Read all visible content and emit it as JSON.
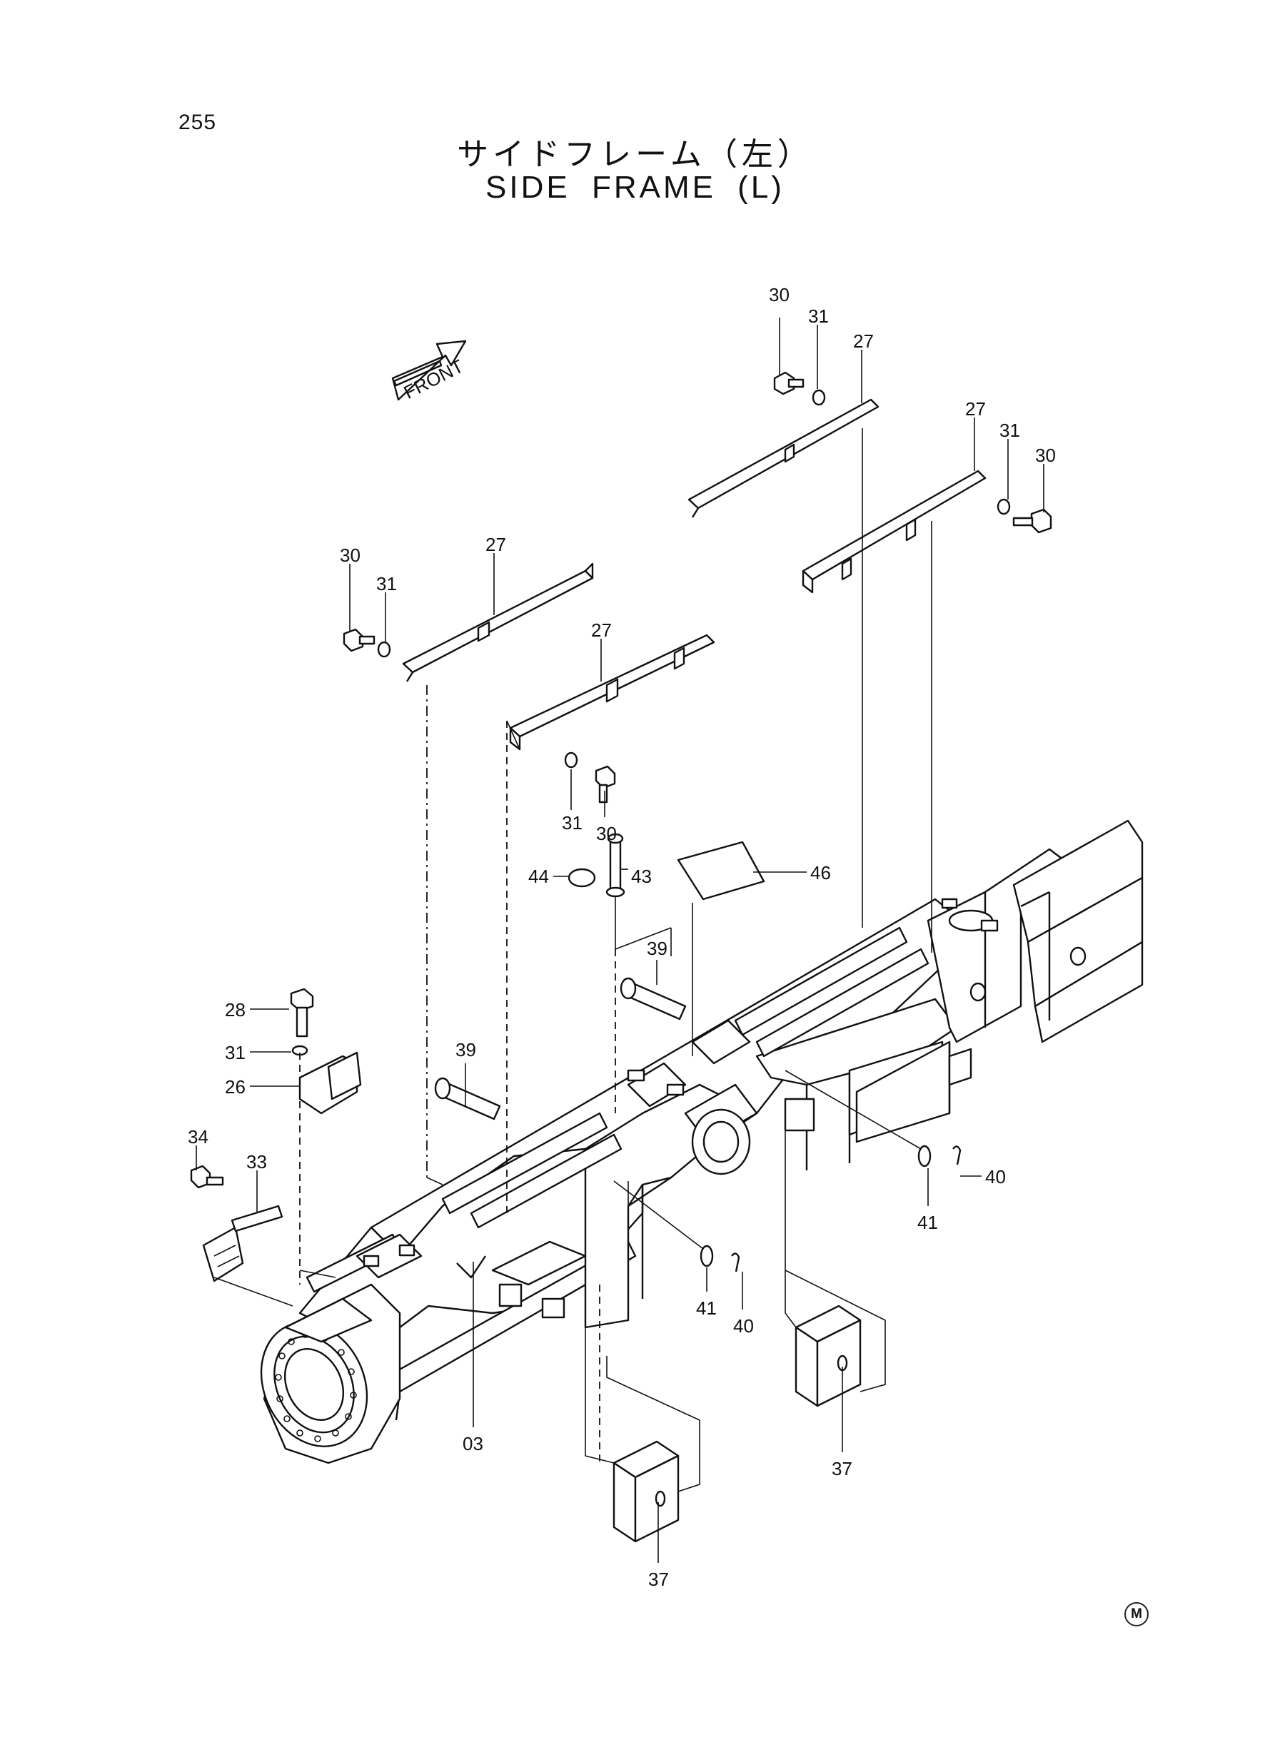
{
  "page": {
    "page_number": "255",
    "title_ja": "サイドフレーム（左）",
    "title_en": "SIDE FRAME (L)",
    "mark": "M"
  },
  "direction_arrow": {
    "label": "FRONT"
  },
  "callouts": [
    "30",
    "31",
    "27",
    "27",
    "31",
    "30",
    "30",
    "31",
    "27",
    "27",
    "31",
    "30",
    "44",
    "43",
    "46",
    "39",
    "28",
    "31",
    "26",
    "39",
    "34",
    "33",
    "40",
    "41",
    "41",
    "40",
    "03",
    "37",
    "37"
  ]
}
